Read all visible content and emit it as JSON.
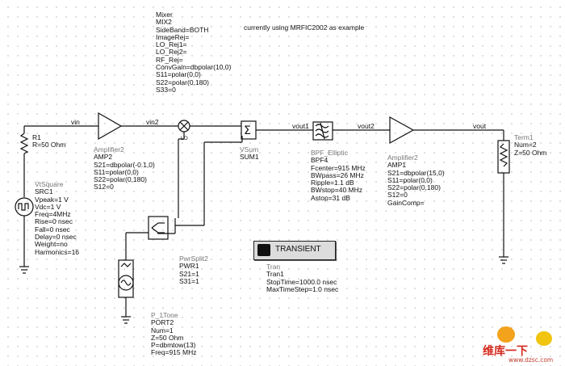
{
  "mixer": {
    "lines": [
      "Mixer",
      "MIX2",
      "SideBand=BOTH",
      "ImageRej=",
      "LO_Rej1=",
      "LO_Rej2=",
      "RF_Rej=",
      "ConvGain=dbpolar(10,0)",
      "S11=polar(0,0)",
      "S22=polar(0,180)",
      "S33=0"
    ]
  },
  "note": "currently using  MRFIC2002 as example",
  "wires": {
    "vin": "vin",
    "vin2": "vin2",
    "vout1": "vout1",
    "vout2": "vout2",
    "vout": "vout"
  },
  "r1": {
    "lines": [
      "R1",
      "R=50 Ohm"
    ]
  },
  "amp2": {
    "lines": [
      "Amplifier2",
      "AMP2",
      "S21=dbpolar(-0.1,0)",
      "S11=polar(0,0)",
      "S22=polar(0,180)",
      "S12=0"
    ]
  },
  "sum": {
    "lines": [
      "VSum",
      "SUM1"
    ]
  },
  "bpf": {
    "lines": [
      "BPF_Elliptic",
      "BPF4",
      "Fcenter=915 MHz",
      "BWpass=26 MHz",
      "Ripple=1.1 dB",
      "BWstop=40 MHz",
      "Astop=31 dB"
    ]
  },
  "amp1": {
    "lines": [
      "Amplifier2",
      "AMP1",
      "S21=dbpolar(15,0)",
      "S11=polar(0,0)",
      "S22=polar(0,180)",
      "S12=0",
      "GainComp="
    ]
  },
  "term": {
    "lines": [
      "Term1",
      "Num=2",
      "Z=50 Ohm"
    ]
  },
  "src": {
    "lines": [
      "VtSquare",
      "SRC1",
      "Vpeak=1 V",
      "Vdc=1 V",
      "Freq=4MHz",
      "Rise=0 nsec",
      "Fall=0 nsec",
      "Delay=0 nsec",
      "Weight=no",
      "Harmonics=16"
    ]
  },
  "pwr": {
    "lines": [
      "PwrSplit2",
      "PWR1",
      "S21=1",
      "S31=1"
    ]
  },
  "port": {
    "lines": [
      "P_1Tone",
      "PORT2",
      "Num=1",
      "Z=50 Ohm",
      "P=dbmtow(13)",
      "Freq=915 MHz"
    ]
  },
  "transient": {
    "label": "TRANSIENT"
  },
  "tran": {
    "lines": [
      "Tran",
      "Tran1",
      "StopTime=1000.0 nsec",
      "MaxTimeStep=1.0 nsec"
    ]
  },
  "lo_label": "LO",
  "watermark": {
    "brand": "维库一下",
    "url": "www.dzsc.com"
  }
}
